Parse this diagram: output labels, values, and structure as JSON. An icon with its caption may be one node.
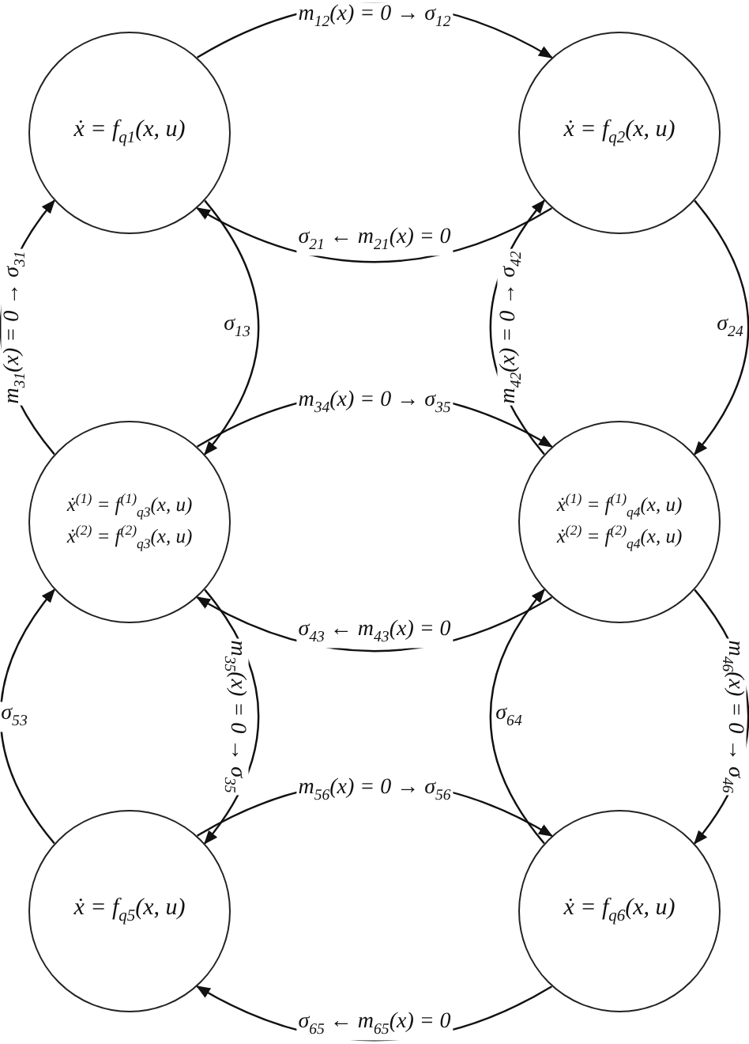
{
  "diagram": {
    "nodes": [
      {
        "text": [
          "ẋ = f$_{q1}$(x, u)"
        ]
      },
      {
        "text": [
          "ẋ = f$_{q2}$(x, u)"
        ]
      },
      {
        "text": [
          "ẋ$^{(1)}$ = f$^{(1)}$$_{q3}$(x, u)",
          "ẋ$^{(2)}$ = f$^{(2)}$$_{q3}$(x, u)"
        ]
      },
      {
        "text": [
          "ẋ$^{(1)}$ = f$^{(1)}$$_{q4}$(x, u)",
          "ẋ$^{(2)}$ = f$^{(2)}$$_{q4}$(x, u)"
        ]
      },
      {
        "text": [
          "ẋ = f$_{q5}$(x, u)"
        ]
      },
      {
        "text": [
          "ẋ = f$_{q6}$(x, u)"
        ]
      }
    ],
    "edges": [
      {
        "from": 0,
        "to": 1,
        "arrow": "to",
        "label": "m$_{12}$(x) = 0 → σ$_{12}$"
      },
      {
        "from": 1,
        "to": 0,
        "arrow": "to",
        "label": "σ$_{21}$ ← m$_{21}$(x) = 0"
      },
      {
        "from": 0,
        "to": 2,
        "arrow": "to",
        "label": "σ$_{13}$"
      },
      {
        "from": 2,
        "to": 0,
        "arrow": "to",
        "label": "m$_{31}$(x) = 0 → σ$_{31}$"
      },
      {
        "from": 2,
        "to": 3,
        "arrow": "to",
        "label": "m$_{34}$(x) = 0 → σ$_{35}$"
      },
      {
        "from": 3,
        "to": 2,
        "arrow": "to",
        "label": "σ$_{43}$ ← m$_{43}$(x) = 0"
      },
      {
        "from": 1,
        "to": 3,
        "arrow": "to",
        "label": "σ$_{24}$"
      },
      {
        "from": 3,
        "to": 1,
        "arrow": "to",
        "label": "m$_{42}$(x) = 0 → σ$_{42}$"
      },
      {
        "from": 2,
        "to": 4,
        "arrow": "to",
        "label": "m$_{35}$(x) = 0 → σ$_{35}$"
      },
      {
        "from": 4,
        "to": 2,
        "arrow": "to",
        "label": "σ$_{53}$"
      },
      {
        "from": 3,
        "to": 5,
        "arrow": "to",
        "label": "m$_{46}$(x) = 0 → σ$_{46}$"
      },
      {
        "from": 5,
        "to": 3,
        "arrow": "to",
        "label": "σ$_{64}$"
      },
      {
        "from": 4,
        "to": 5,
        "arrow": "to",
        "label": "m$_{56}$(x) = 0 → σ$_{56}$"
      },
      {
        "from": 5,
        "to": 4,
        "arrow": "to",
        "label": "σ$_{65}$ ← m$_{65}$(x) = 0"
      }
    ]
  }
}
